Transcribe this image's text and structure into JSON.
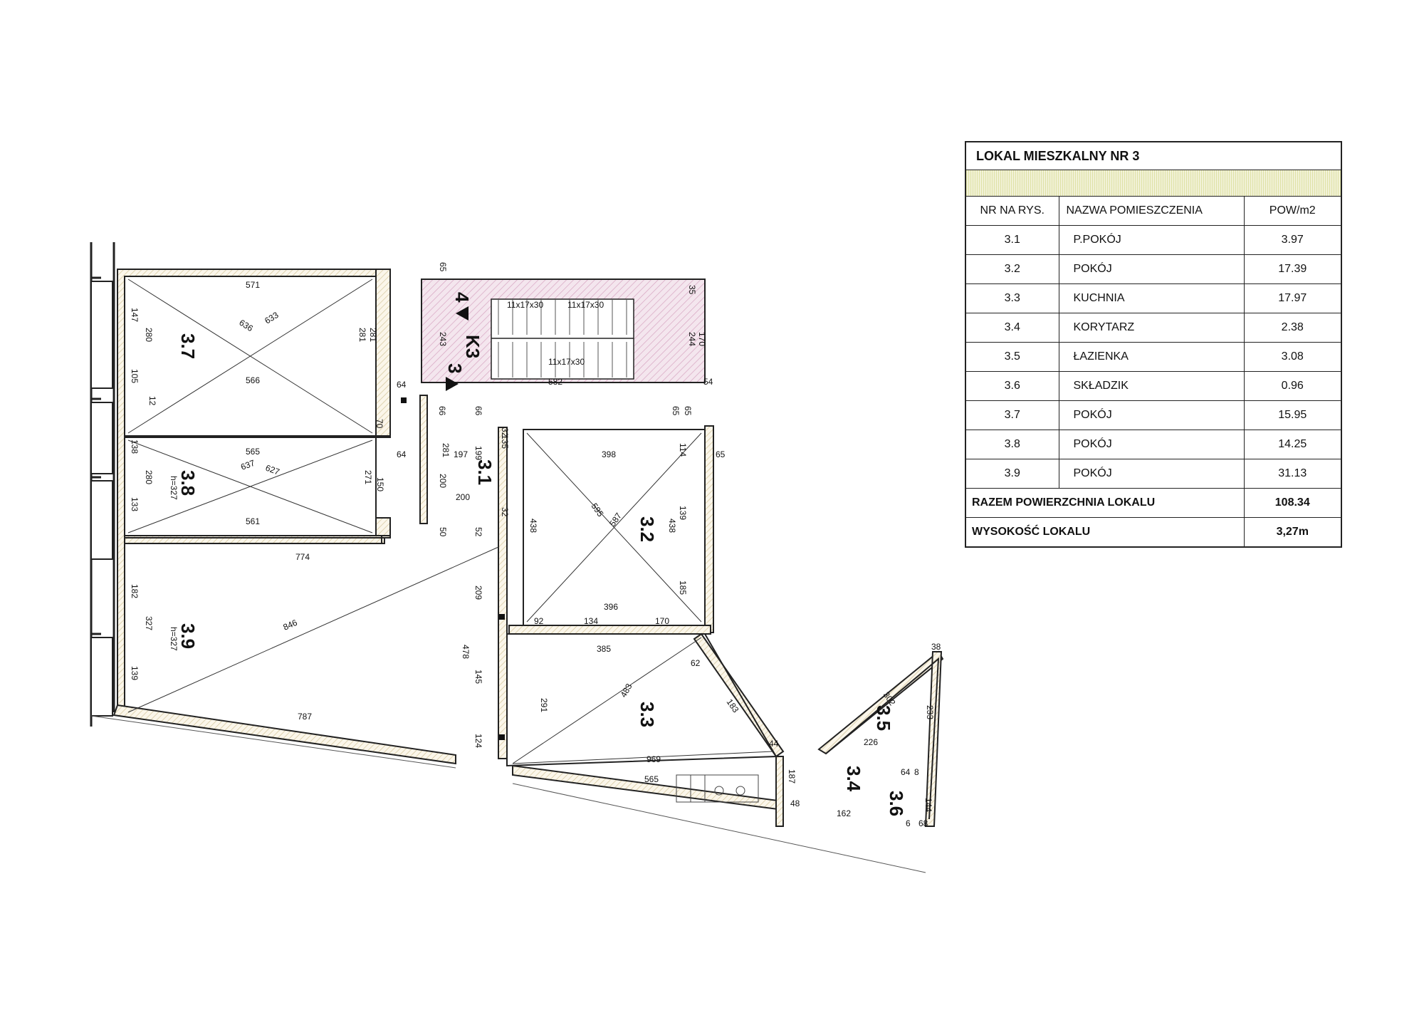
{
  "summary": {
    "title": "LOKAL MIESZKALNY NR 3",
    "headers": {
      "nr": "NR NA RYS.",
      "name": "NAZWA POMIESZCZENIA",
      "area": "POW/m2"
    },
    "rooms": [
      {
        "nr": "3.1",
        "name": "P.POKÓJ",
        "area": "3.97"
      },
      {
        "nr": "3.2",
        "name": "POKÓJ",
        "area": "17.39"
      },
      {
        "nr": "3.3",
        "name": "KUCHNIA",
        "area": "17.97"
      },
      {
        "nr": "3.4",
        "name": "KORYTARZ",
        "area": "2.38"
      },
      {
        "nr": "3.5",
        "name": "ŁAZIENKA",
        "area": "3.08"
      },
      {
        "nr": "3.6",
        "name": "SKŁADZIK",
        "area": "0.96"
      },
      {
        "nr": "3.7",
        "name": "POKÓJ",
        "area": "15.95"
      },
      {
        "nr": "3.8",
        "name": "POKÓJ",
        "area": "14.25"
      },
      {
        "nr": "3.9",
        "name": "POKÓJ",
        "area": "31.13"
      }
    ],
    "total_label": "RAZEM POWIERZCHNIA LOKALU",
    "total_value": "108.34",
    "height_label": "WYSOKOŚĆ LOKALU",
    "height_value": "3,27m"
  },
  "plan": {
    "room_labels": {
      "r37": "3.7",
      "r38": "3.8",
      "r39": "3.9",
      "r31": "3.1",
      "r32": "3.2",
      "r33": "3.3",
      "r34": "3.4",
      "r35": "3.5",
      "r36": "3.6"
    },
    "height_notes": {
      "r38": "h=327",
      "r39": "h=327"
    },
    "stairwell": {
      "name": "K3",
      "up": "4",
      "down": "3",
      "step1": "11x17x30",
      "step2": "11x17x30",
      "step3": "11x17x30"
    },
    "dims": {
      "d571": "571",
      "d566": "566",
      "d565": "565",
      "d561": "561",
      "d774": "774",
      "d636": "636",
      "d633": "633",
      "d637": "637",
      "d627": "627",
      "d846": "846",
      "d787": "787",
      "d280a": "280",
      "d280b": "280",
      "d147": "147",
      "d105": "105",
      "d138": "138",
      "d133": "133",
      "d182": "182",
      "d327": "327",
      "d139a": "139",
      "d281a": "281",
      "d281b": "281",
      "d271": "271",
      "d150": "150",
      "d64a": "64",
      "d64b": "64",
      "d70": "70",
      "d12": "12",
      "d65a": "65",
      "d243": "243",
      "d244": "244",
      "d170a": "170",
      "d35": "35",
      "d582": "582",
      "d54": "54",
      "d66a": "66",
      "d66b": "66",
      "d65b": "65",
      "d65c": "65",
      "d65d": "65",
      "d281c": "281",
      "d197": "197",
      "d199": "199",
      "d135": "135",
      "d32a": "32",
      "d32b": "32",
      "d200a": "200",
      "d200b": "200",
      "d50": "50",
      "d52": "52",
      "d209": "209",
      "d398": "398",
      "d114": "114",
      "d438a": "438",
      "d438b": "438",
      "d139b": "139",
      "d595": "595",
      "d587": "587",
      "d185": "185",
      "d396": "396",
      "d92": "92",
      "d134": "134",
      "d170b": "170",
      "d385": "385",
      "d478": "478",
      "d145": "145",
      "d124": "124",
      "d291": "291",
      "d483": "483",
      "d62": "62",
      "d183": "183",
      "d44": "44",
      "d969": "969",
      "d565b": "565",
      "d187": "187",
      "d48": "48",
      "d162": "162",
      "d68": "68",
      "d6": "6",
      "d64c": "64",
      "d8": "8",
      "d144": "144",
      "d226": "226",
      "d302": "302",
      "d233": "233",
      "d38": "38"
    }
  }
}
